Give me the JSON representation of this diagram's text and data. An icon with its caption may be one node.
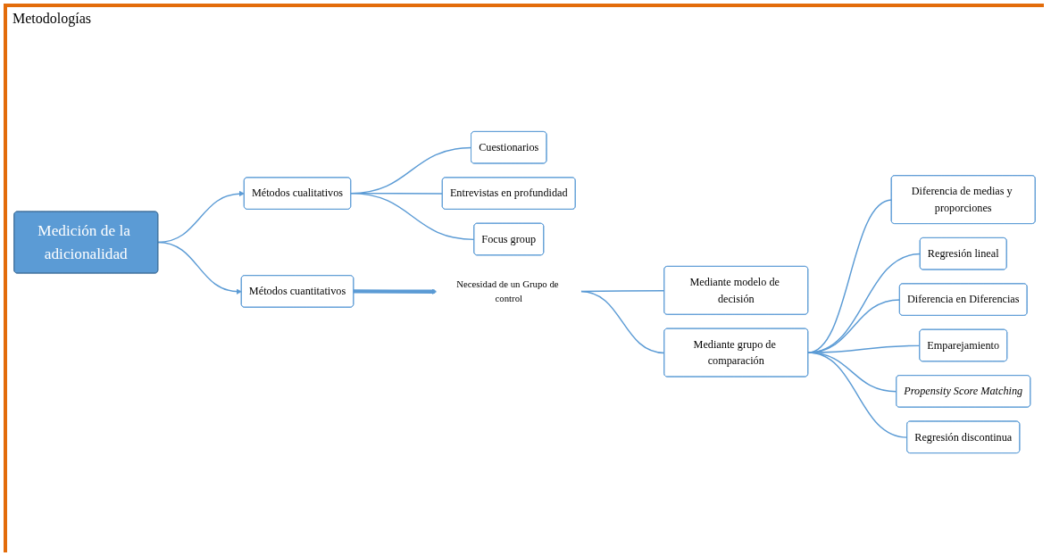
{
  "diagram": {
    "nodes": [
      {
        "text": [
          "Medición de la adicionalidad"
        ]
      },
      {
        "text": [
          "Métodos cualitativos"
        ]
      },
      {
        "text": [
          "Métodos cuantitativos"
        ]
      },
      {
        "text": [
          "Cuestionarios"
        ]
      },
      {
        "text": [
          "Entrevistas en profundidad"
        ]
      },
      {
        "text": [
          "Focus group"
        ]
      },
      {
        "text": [
          "Necesidad de un Grupo de control"
        ]
      },
      {
        "text": [
          "Mediante modelo de decisión"
        ]
      },
      {
        "text": [
          "Mediante grupo de comparación"
        ]
      },
      {
        "text": [
          "Diferencia de medias y proporciones"
        ]
      },
      {
        "text": [
          "Regresión lineal"
        ]
      },
      {
        "text": [
          "Diferencia en Diferencias"
        ]
      },
      {
        "text": [
          "Emparejamiento"
        ]
      },
      {
        "text": [
          "Propensity Score Matching"
        ]
      },
      {
        "text": [
          "Regresión discontinua"
        ]
      }
    ],
    "edges": [
      {
        "from": 0,
        "to": 1,
        "arrow": "to"
      },
      {
        "from": 0,
        "to": 2,
        "arrow": "to"
      },
      {
        "from": 1,
        "to": 3,
        "arrow": "none"
      },
      {
        "from": 1,
        "to": 4,
        "arrow": "none"
      },
      {
        "from": 1,
        "to": 5,
        "arrow": "none"
      },
      {
        "from": 2,
        "to": 6,
        "arrow": "to",
        "style": "thick"
      },
      {
        "from": 6,
        "to": 7,
        "arrow": "none"
      },
      {
        "from": 6,
        "to": 8,
        "arrow": "none"
      },
      {
        "from": 8,
        "to": 9,
        "arrow": "none"
      },
      {
        "from": 8,
        "to": 10,
        "arrow": "none"
      },
      {
        "from": 8,
        "to": 11,
        "arrow": "none"
      },
      {
        "from": 8,
        "to": 12,
        "arrow": "none"
      },
      {
        "from": 8,
        "to": 13,
        "arrow": "none"
      },
      {
        "from": 8,
        "to": 14,
        "arrow": "none"
      }
    ],
    "labels": [
      "Metodologías"
    ]
  }
}
